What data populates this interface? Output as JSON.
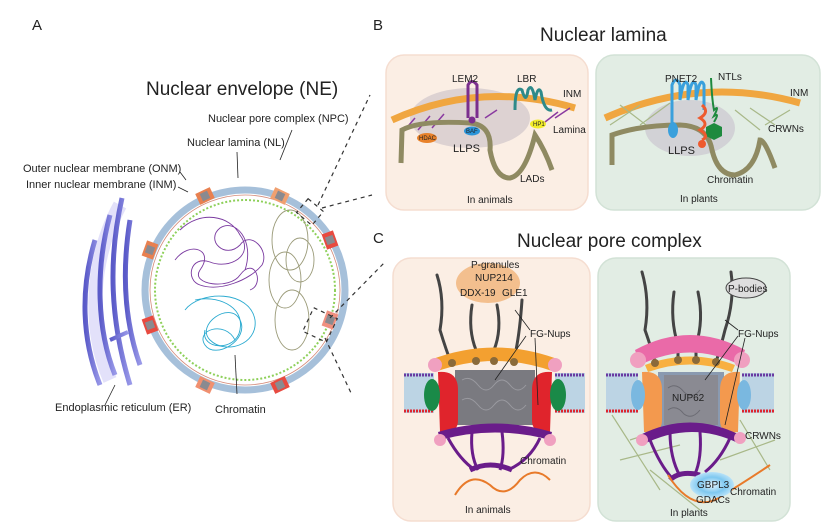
{
  "panels": {
    "A": {
      "letter": "A",
      "title": "Nuclear envelope (NE)",
      "labels": {
        "npc": "Nuclear pore complex (NPC)",
        "nl": "Nuclear lamina (NL)",
        "onm": "Outer nuclear membrane (ONM)",
        "inm": "Inner nuclear membrane (INM)",
        "er": "Endoplasmic reticulum (ER)",
        "chromatin": "Chromatin"
      }
    },
    "B": {
      "letter": "B",
      "title": "Nuclear lamina",
      "animals": {
        "caption": "In animals",
        "labels": {
          "lem2": "LEM2",
          "lbr": "LBR",
          "inm": "INM",
          "hdac": "HDAC",
          "baf": "BAF",
          "hp1": "HP1",
          "lamina": "Lamina",
          "llps": "LLPS",
          "lads": "LADs"
        }
      },
      "plants": {
        "caption": "In plants",
        "labels": {
          "pnet2": "PNET2",
          "ntls": "NTLs",
          "inm": "INM",
          "crwns": "CRWNs",
          "llps": "LLPS",
          "chromatin": "Chromatin"
        }
      }
    },
    "C": {
      "letter": "C",
      "title": "Nuclear pore complex",
      "animals": {
        "caption": "In animals",
        "labels": {
          "pgranules": "P-granules",
          "nup214": "NUP214",
          "ddx19": "DDX-19",
          "gle1": "GLE1",
          "fgnups": "FG-Nups",
          "chromatin": "Chromatin"
        }
      },
      "plants": {
        "caption": "In plants",
        "labels": {
          "pbodies": "P-bodies",
          "fgnups": "FG-Nups",
          "nup62": "NUP62",
          "crwns": "CRWNs",
          "gbpl3": "GBPL3",
          "gdacs": "GDACs",
          "chromatin": "Chromatin"
        }
      }
    }
  },
  "colors": {
    "animal_bg": "#fbeee4",
    "plant_bg": "#e2ede4",
    "inm_orange": "#f0a640",
    "chromatin_olive": "#8f8a62",
    "lem2_purple": "#7b2f8e",
    "lbr_teal": "#2e8a8a",
    "pnet2_blue": "#3aa0dc",
    "ntl_green": "#1e8a3e",
    "ntl_red": "#ee5a2e",
    "npc_red": "#e0242c",
    "npc_green": "#1a8a48",
    "npc_orange": "#f3994e",
    "npc_pink": "#ea6aa8",
    "basket_purple": "#6a1c8a",
    "membrane_blue": "#bcd4e4"
  }
}
